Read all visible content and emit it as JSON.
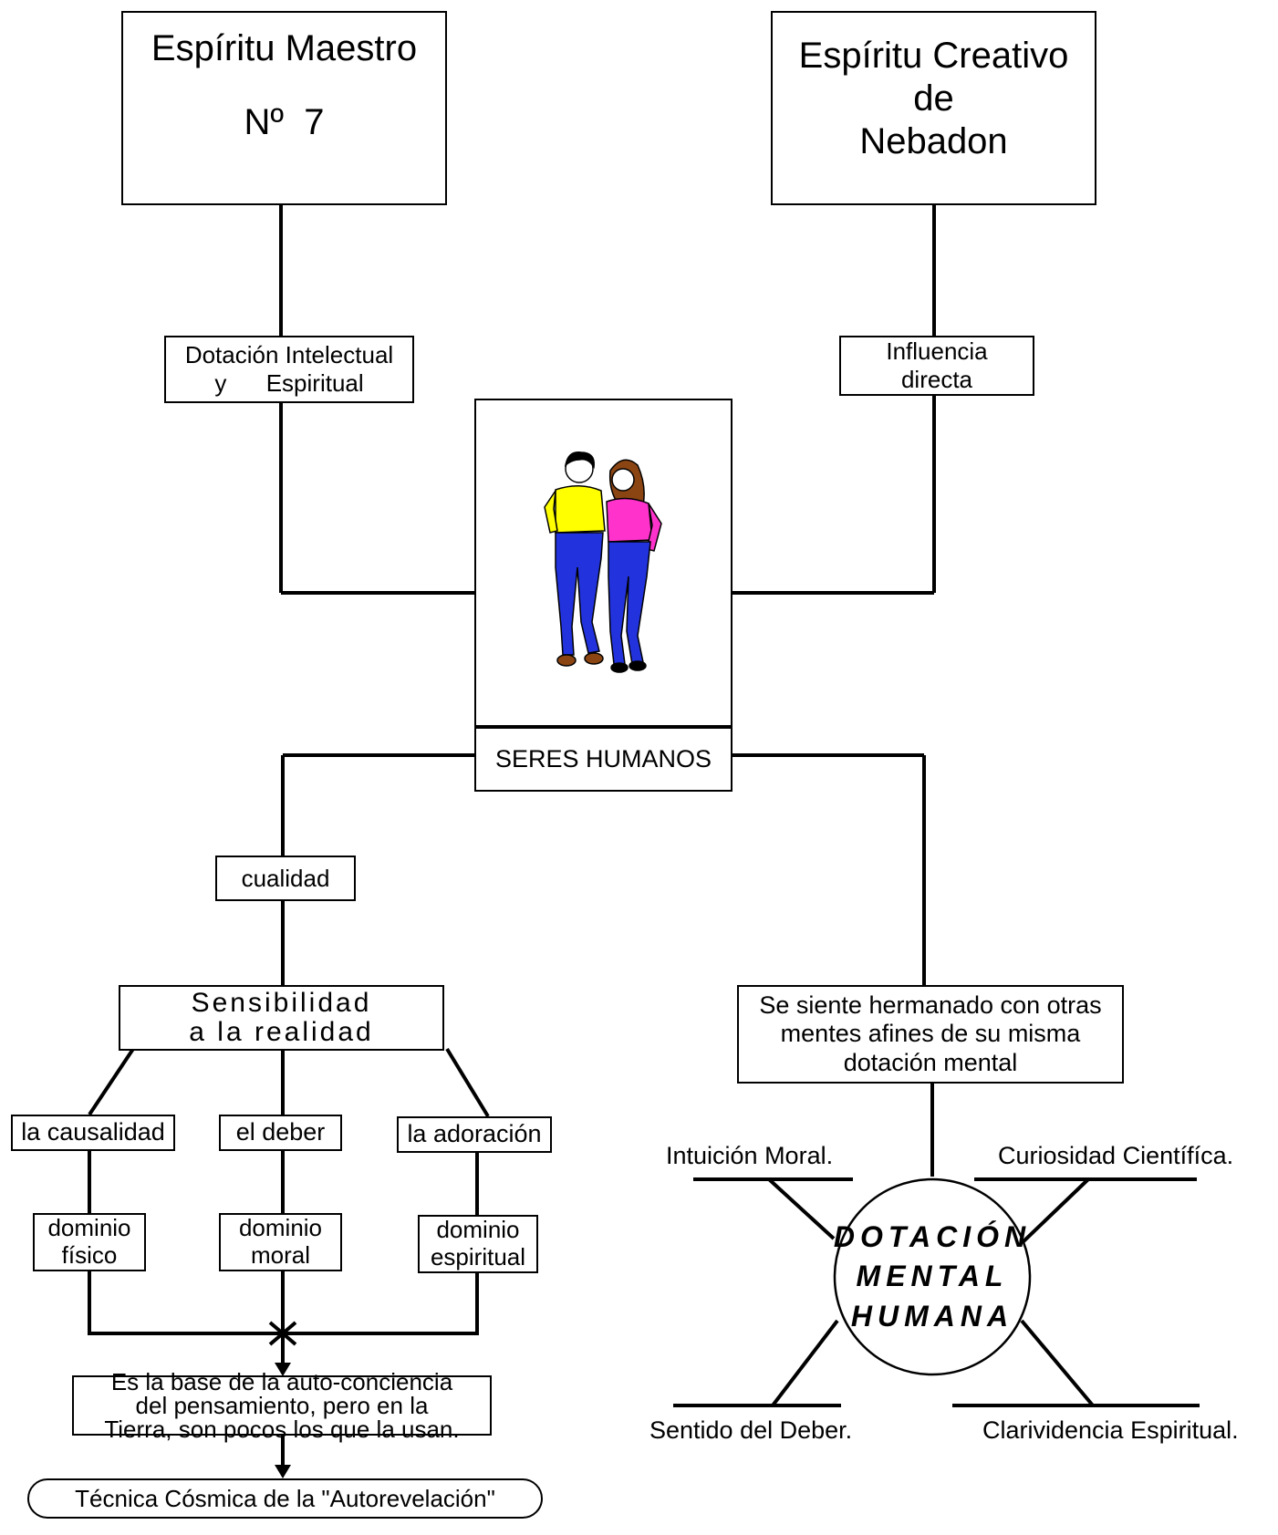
{
  "top_left": {
    "line1": "Espíritu Maestro",
    "line2": "Nº  7"
  },
  "top_right": {
    "line1": "Espíritu Creativo",
    "line2": "de",
    "line3": "Nebadon"
  },
  "label_left": {
    "line1": "Dotación Intelectual",
    "line2": "y      Espiritual"
  },
  "label_right": {
    "line1": "Influencia",
    "line2": "directa"
  },
  "center": {
    "image": "couple-walking-illustration",
    "caption": "SERES HUMANOS"
  },
  "quality": "cualidad",
  "sensibility": {
    "line1": "Sensibilidad",
    "line2": "a la realidad"
  },
  "branches": [
    {
      "label": "la causalidad",
      "domain_line1": "dominio",
      "domain_line2": "físico"
    },
    {
      "label": "el deber",
      "domain_line1": "dominio",
      "domain_line2": "moral"
    },
    {
      "label": "la adoración",
      "domain_line1": "dominio",
      "domain_line2": "espiritual"
    }
  ],
  "base_text": {
    "line1": "Es la base de la auto-conciencia",
    "line2": "del pensamiento, pero en la",
    "line3": "Tierra, son pocos los que la usan."
  },
  "technique": "Técnica Cósmica de la \"Autorevelación\"",
  "brotherhood": {
    "line1": "Se siente hermanado con otras",
    "line2": "mentes afines de su misma",
    "line3": "dotación mental"
  },
  "circle": {
    "line1": "DOTACIÓN",
    "line2": "MENTAL",
    "line3": "HUMANA"
  },
  "spokes": {
    "top_left": "Intuición Moral.",
    "top_right": "Curiosidad Científíca.",
    "bottom_left": "Sentido del Deber.",
    "bottom_right": "Clarividencia Espiritual."
  },
  "colors": {
    "shirt_man": "#ffff00",
    "shirt_woman": "#ff33cc",
    "jeans": "#2233dd",
    "hair_woman": "#8b4513"
  }
}
